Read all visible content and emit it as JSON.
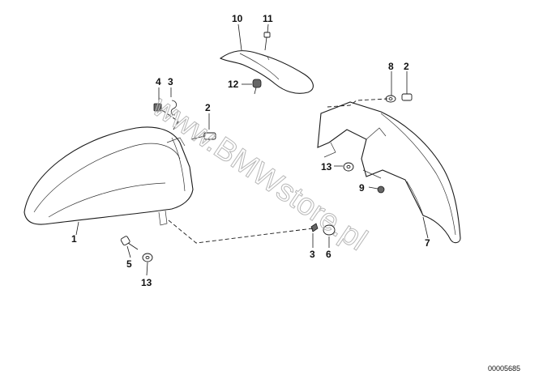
{
  "diagram": {
    "code": "00005685",
    "watermark": "www.BMWstore.pl",
    "labels": {
      "front_fender": "1",
      "bolt_fender_front": "2",
      "bolt_rear_top": "2",
      "clip_upper_front": "3",
      "clip_lower_center": "3",
      "nut_upper_front": "4",
      "screw_lower_front": "5",
      "cap_nut": "6",
      "rear_inner_fender": "7",
      "washer_rear_top": "8",
      "washer_rear_small": "9",
      "cover_top": "10",
      "screw_cover": "11",
      "grommet_cover": "12",
      "washer_rear_center": "13",
      "washer_lower_front": "13"
    }
  }
}
